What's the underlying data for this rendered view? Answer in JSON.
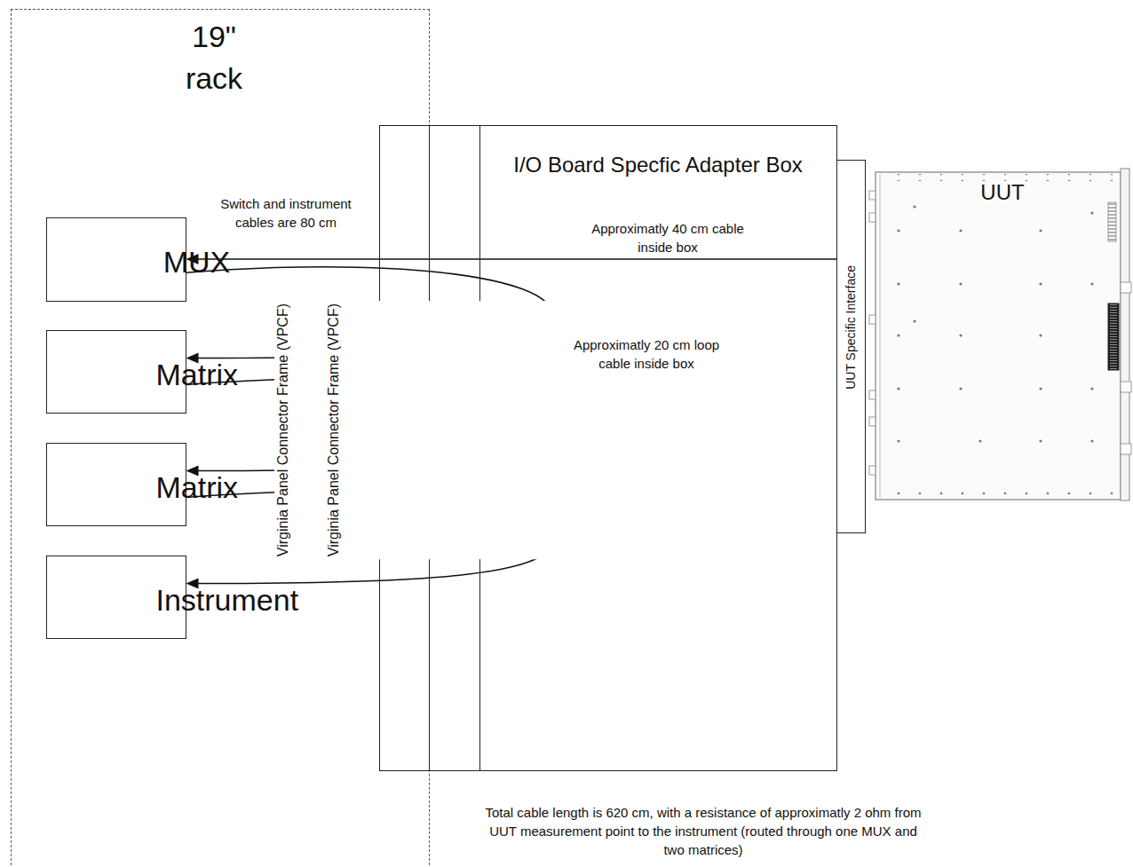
{
  "diagram": {
    "nodes": [
      {
        "text": [
          "19\" rack"
        ]
      },
      {
        "text": [
          "MUX"
        ],
        "in": 0
      },
      {
        "text": [
          "Matrix"
        ],
        "in": 0
      },
      {
        "text": [
          "Matrix"
        ],
        "in": 0
      },
      {
        "text": [
          "Instrument"
        ],
        "in": 0
      },
      {
        "text": [
          "I/O Board Specfic Adapter Box"
        ]
      },
      {
        "text": [
          "Virginia Panel Connector Frame (VPCF)"
        ],
        "in": 5
      },
      {
        "text": [
          "Virginia Panel Connector Frame (VPCF)"
        ],
        "in": 5
      },
      {
        "text": [
          "UUT Specific Interface"
        ]
      },
      {
        "text": [
          "UUT"
        ]
      }
    ],
    "edges": [
      {
        "from": 8,
        "to": 1,
        "arrow": "to",
        "label": "Approximatly 40 cm cable inside box"
      },
      {
        "from": 1,
        "to": 2,
        "arrow": "to"
      },
      {
        "from": 2,
        "to": 3,
        "arrow": "to"
      },
      {
        "from": 3,
        "to": 4,
        "arrow": "to"
      }
    ],
    "labels": [
      "Switch and instrument cables are 80 cm",
      "Approximatly 20 cm loop cable inside box",
      "Total cable length is 620 cm, with a resistance of approximatly 2 ohm from UUT measurement point to the instrument (routed through one MUX and two matrices)"
    ]
  }
}
